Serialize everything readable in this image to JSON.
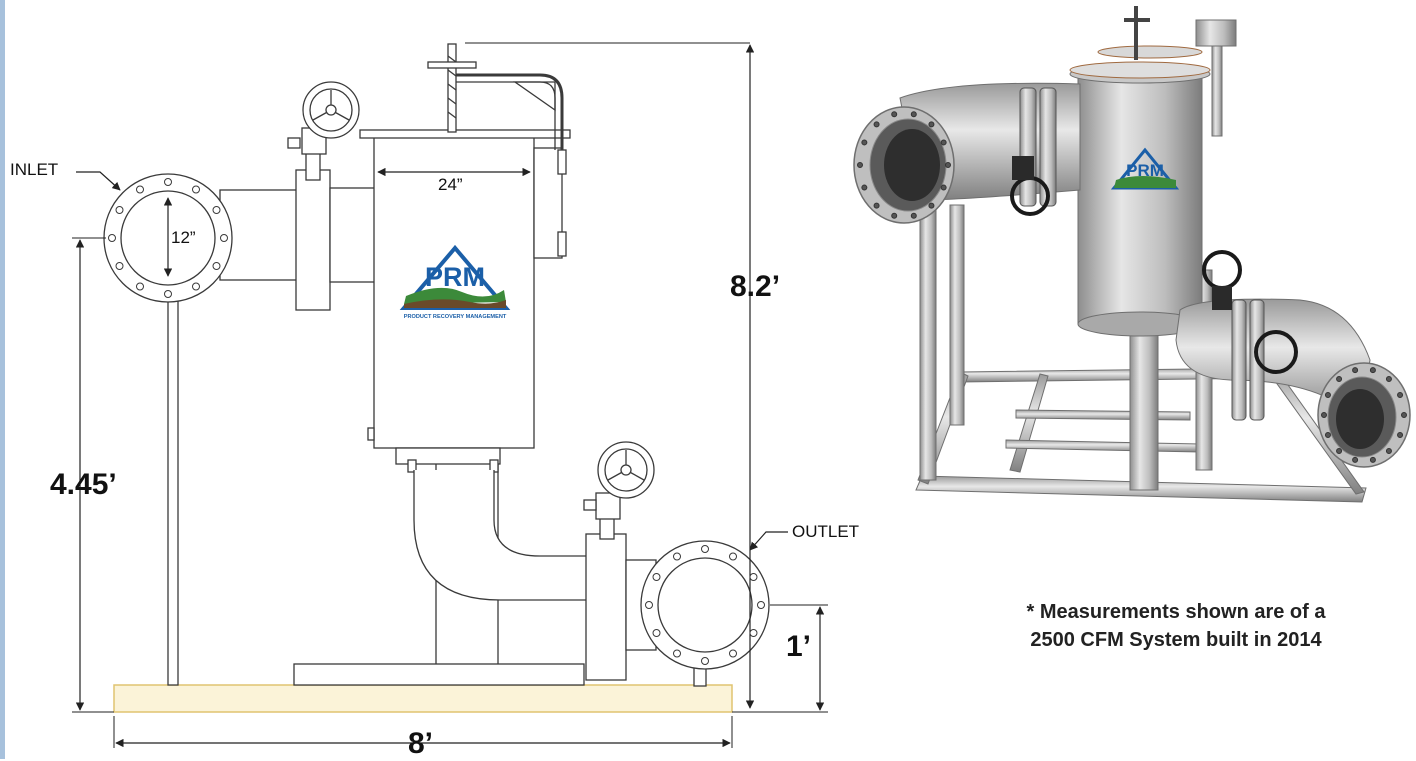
{
  "drawing": {
    "inlet_label": "INLET",
    "outlet_label": "OUTLET",
    "pipe_diameter": "12”",
    "vessel_width": "24”",
    "total_height": "8.2’",
    "inlet_height": "4.45’",
    "outlet_height": "1’",
    "base_length": "8’",
    "logo_text": "PRM",
    "logo_tagline": "PRODUCT RECOVERY MANAGEMENT"
  },
  "photo": {
    "logo_text": "PRM"
  },
  "note": {
    "line1": "* Measurements shown are of a",
    "line2": "2500 CFM System built in 2014"
  },
  "colors": {
    "line": "#3a3a3a",
    "base_fill": "#fbf3d8",
    "base_stroke": "#e0c470",
    "brand_blue": "#1b5fa8",
    "brand_green": "#3c8a3a",
    "brand_brown": "#6a4a2a",
    "steel_light": "#d6d6d6",
    "steel_dark": "#8a8a8a"
  }
}
